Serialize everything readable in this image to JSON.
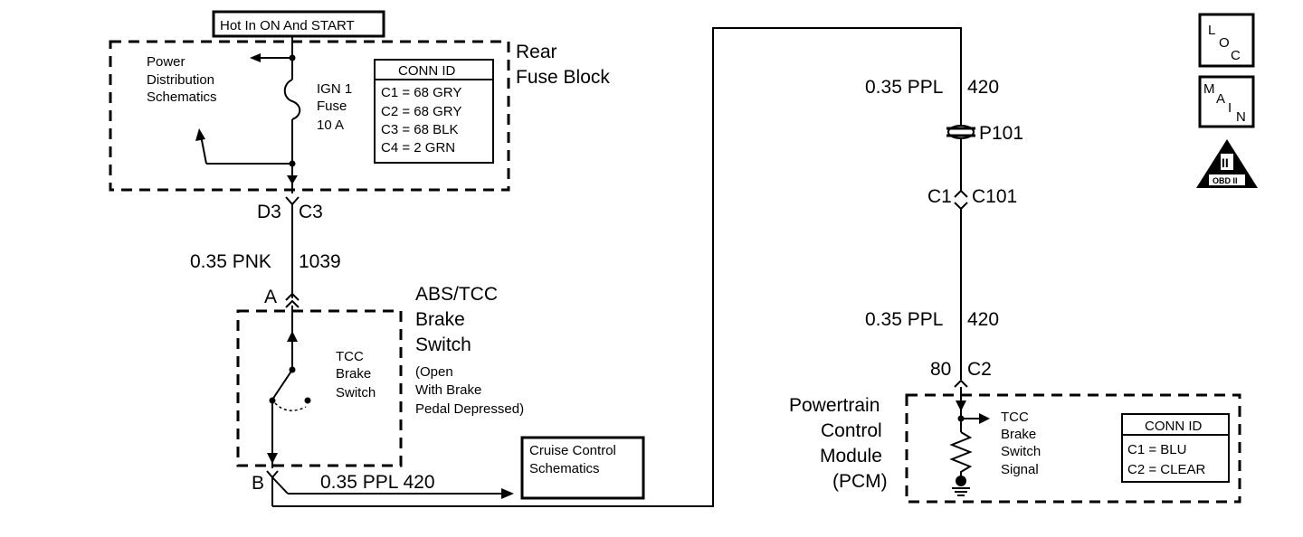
{
  "hot_in_label": "Hot In ON And START",
  "rear_fuse_block": {
    "name_line1": "Rear",
    "name_line2": "Fuse Block",
    "power_distribution": [
      "Power",
      "Distribution",
      "Schematics"
    ],
    "fuse": [
      "IGN 1",
      "Fuse",
      "10 A"
    ],
    "conn_id": {
      "title": "CONN ID",
      "rows": [
        "C1 = 68 GRY",
        "C2 = 68 GRY",
        "C3 = 68 BLK",
        "C4 =   2 GRN"
      ]
    }
  },
  "connector_d3": "D3",
  "connector_c3": "C3",
  "wire_pnk": {
    "gauge": "0.35 PNK",
    "circuit": "1039"
  },
  "brake_switch": {
    "pin_a": "A",
    "pin_b": "B",
    "name": [
      "ABS/TCC",
      "Brake",
      "Switch"
    ],
    "note": [
      "(Open",
      "With Brake",
      "Pedal Depressed)"
    ],
    "inner": [
      "TCC",
      "Brake",
      "Switch"
    ]
  },
  "wire_ppl_bottom": "0.35 PPL 420",
  "cruise_control": [
    "Cruise Control",
    "Schematics"
  ],
  "wire_ppl_top": {
    "gauge": "0.35 PPL",
    "circuit": "420"
  },
  "splice": "P101",
  "connector_c101": {
    "pin": "C1",
    "name": "C101"
  },
  "wire_ppl_mid": {
    "gauge": "0.35 PPL",
    "circuit": "420"
  },
  "pcm_pin": {
    "pin": "80",
    "conn": "C2"
  },
  "pcm": {
    "name": [
      "Powertrain",
      "Control",
      "Module",
      "(PCM)"
    ],
    "signal": [
      "TCC",
      "Brake",
      "Switch",
      "Signal"
    ],
    "conn_id": {
      "title": "CONN ID",
      "rows": [
        "C1 = BLU",
        "C2 = CLEAR"
      ]
    }
  },
  "icons": {
    "loc": [
      "L",
      "O",
      "C"
    ],
    "main": [
      "M",
      "A",
      "I",
      "N"
    ],
    "obd": [
      "II",
      "OBD II"
    ]
  }
}
